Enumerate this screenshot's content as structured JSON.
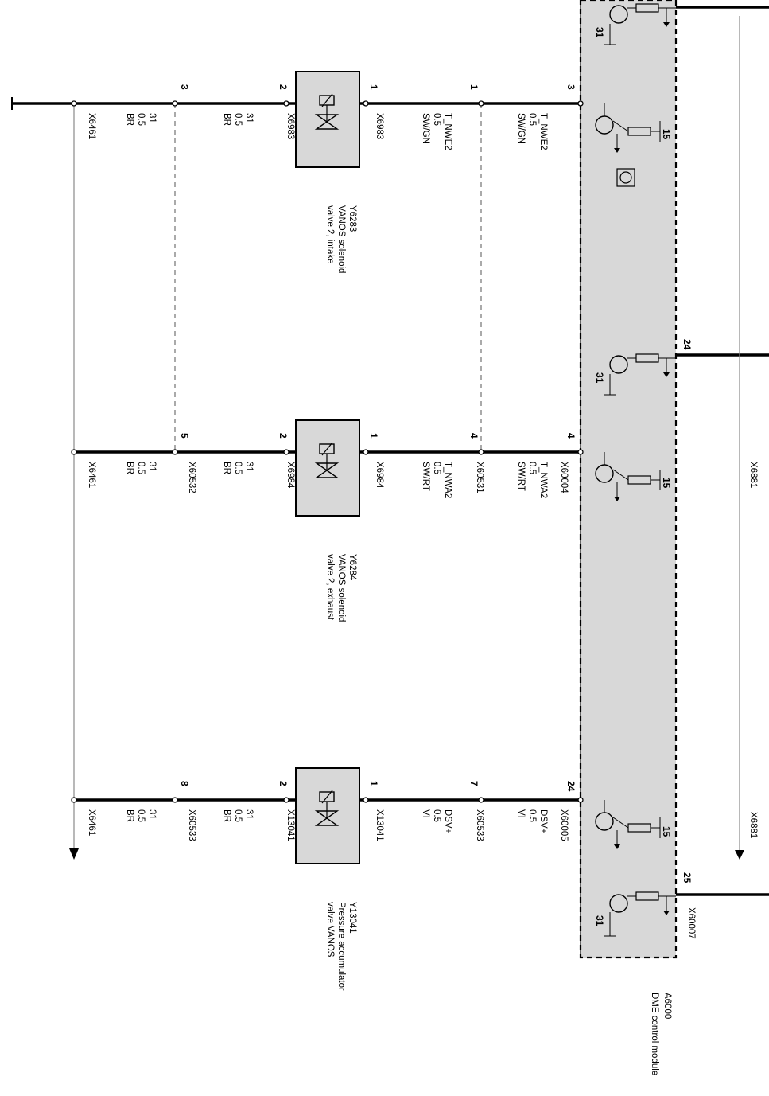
{
  "colors": {
    "module_fill": "#d8d8d8",
    "ink": "#000000"
  },
  "module": {
    "id": "A6000",
    "name": "DME control module",
    "connectors": [
      "X60007",
      "X60004",
      "X60005"
    ],
    "pins": {
      "top_out": "",
      "row1_in": "3",
      "row1_out": "24",
      "row2_in": "4",
      "row3_in": "24",
      "row3_out": "25"
    },
    "ground_labels": [
      "31",
      "15",
      "31",
      "15",
      "15",
      "31"
    ]
  },
  "rows": [
    {
      "wire_in": {
        "pin": "3",
        "signal": "T_NWE2",
        "size": "0.5",
        "color": "SW/GN",
        "connector": ""
      },
      "splice": {
        "pin": "1",
        "connector": ""
      },
      "wire_mid": {
        "signal": "T_NWE2",
        "size": "0.5",
        "color": "SW/GN"
      },
      "component": {
        "id": "Y6283",
        "name1": "VANOS solenoid",
        "name2": "valve 2, intake",
        "pin_pos": "1",
        "pin_neg": "2",
        "connector": "X6983"
      },
      "wire_out": {
        "size": "31",
        "size2": "0.5",
        "color": "BR",
        "connector": "X6983"
      },
      "ground_splice": {
        "pin": "3",
        "connector": ""
      },
      "ground_wire": {
        "num": "31",
        "size": "0.5",
        "color": "BR",
        "connector": "X6461"
      }
    },
    {
      "wire_in": {
        "pin": "4",
        "signal": "T_NWA2",
        "size": "0.5",
        "color": "SW/RT",
        "connector": "X60004"
      },
      "splice": {
        "pin": "4",
        "connector": "X60531"
      },
      "wire_mid": {
        "signal": "T_NWA2",
        "size": "0.5",
        "color": "SW/RT"
      },
      "component": {
        "id": "Y6284",
        "name1": "VANOS solenoid",
        "name2": "valve 2, exhaust",
        "pin_pos": "1",
        "pin_neg": "2",
        "connector": "X6984"
      },
      "wire_out": {
        "size": "31",
        "size2": "0.5",
        "color": "BR",
        "connector": "X6984"
      },
      "ground_splice": {
        "pin": "5",
        "connector": "X60532"
      },
      "ground_wire": {
        "num": "31",
        "size": "0.5",
        "color": "BR",
        "connector": "X6461"
      }
    },
    {
      "wire_in": {
        "pin": "24",
        "signal": "DSV+",
        "size": "0.5",
        "color": "VI",
        "connector": "X60005"
      },
      "splice": {
        "pin": "7",
        "connector": "X60533"
      },
      "wire_mid": {
        "signal": "DSV+",
        "size": "0.5",
        "color": "VI"
      },
      "component": {
        "id": "Y13041",
        "name1": "Pressure accumulator",
        "name2": "valve VANOS",
        "pin_pos": "1",
        "pin_neg": "2",
        "connector": "X13041"
      },
      "wire_out": {
        "size": "31",
        "size2": "0.5",
        "color": "BR",
        "connector": "X13041"
      },
      "ground_splice": {
        "pin": "8",
        "connector": "X60533"
      },
      "ground_wire": {
        "num": "31",
        "size": "0.5",
        "color": "BR",
        "connector": "X6461"
      }
    }
  ],
  "right_refs": {
    "connector_a": "X6881",
    "connector_b": "X6881"
  }
}
